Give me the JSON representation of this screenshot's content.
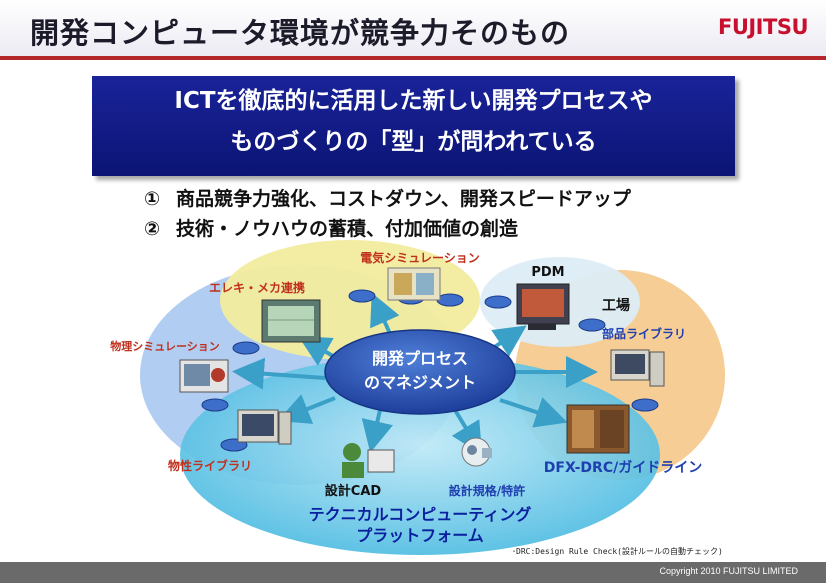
{
  "header": {
    "title": "開発コンピュータ環境が競争力そのもの",
    "logo": "FUJITSU"
  },
  "banner": {
    "line1": "ICTを徹底的に活用した新しい開発プロセスや",
    "line2": "ものづくりの「型」が問われている"
  },
  "points": [
    {
      "num": "①",
      "text": "商品競争力強化、コストダウン、開発スピードアップ"
    },
    {
      "num": "②",
      "text": "技術・ノウハウの蓄積、付加価値の創造"
    }
  ],
  "diagram": {
    "center": {
      "line1": "開発プロセス",
      "line2": "のマネジメント"
    },
    "labels": {
      "denki_sim": "電気シミュレーション",
      "pdm": "PDM",
      "factory": "工場",
      "parts_lib": "部品ライブラリ",
      "elec_mech": "エレキ・メカ連携",
      "physics_sim": "物理シミュレーション",
      "material_lib": "物性ライブラリ",
      "design_cad": "設計CAD",
      "design_rules": "設計規格/特許",
      "dfx": "DFX-DRC/ガイドライン",
      "platform1": "テクニカルコンピューティング",
      "platform2": "プラットフォーム"
    },
    "colors": {
      "center": "#2a56b8",
      "platform": "#4fc6e6",
      "left_ring": "#9fc3ef",
      "right_ring": "#f4c27a",
      "top_ring": "#f2ec9e",
      "pdm_ring": "#d8eaf4",
      "node": "#3d6ec9"
    }
  },
  "footnote": "･DRC:Design Rule Check(設計ルールの自動チェック)",
  "copyright": "Copyright 2010 FUJITSU LIMITED"
}
